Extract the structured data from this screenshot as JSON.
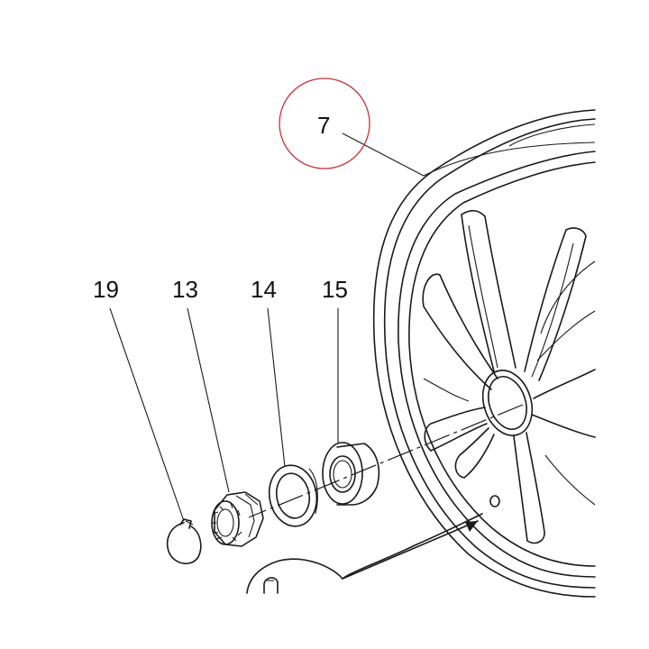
{
  "diagram": {
    "parts": [
      {
        "id": "wheel",
        "callout": "7",
        "highlighted": true
      },
      {
        "id": "clip",
        "callout": "19"
      },
      {
        "id": "nut",
        "callout": "13"
      },
      {
        "id": "washer",
        "callout": "14"
      },
      {
        "id": "bushing",
        "callout": "15"
      }
    ],
    "highlight_color": "#c8323c",
    "line_color": "#1a1a1a"
  }
}
